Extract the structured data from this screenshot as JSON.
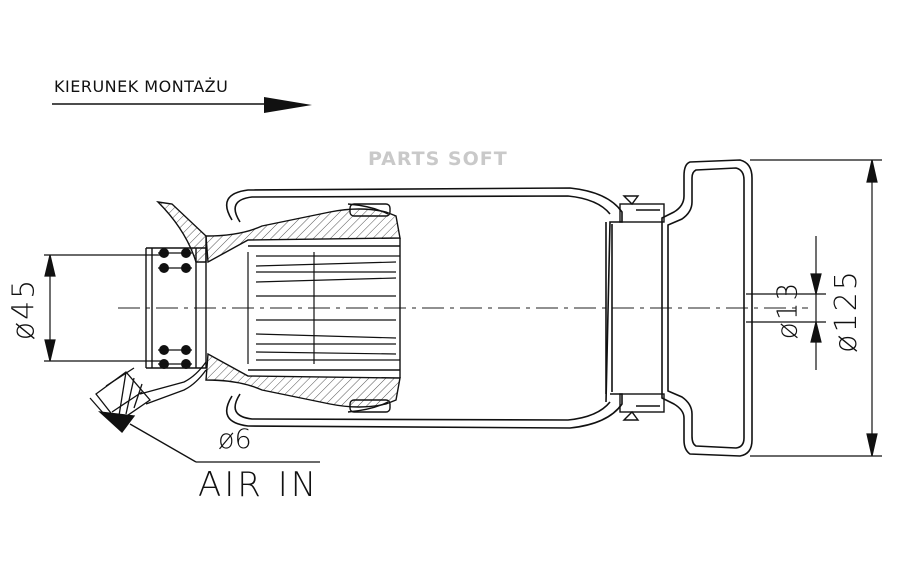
{
  "direction": {
    "label": "KIERUNEK MONTAŻU"
  },
  "watermark": "PARTS SOFT",
  "dimensions": {
    "d45": "ø45",
    "d13": "ø13",
    "d125": "ø125",
    "d6": "ø6"
  },
  "air_label": "AIR IN",
  "colors": {
    "line": "#1a1a1a",
    "hatch": "#555555",
    "watermark": "#c9c9c9"
  }
}
